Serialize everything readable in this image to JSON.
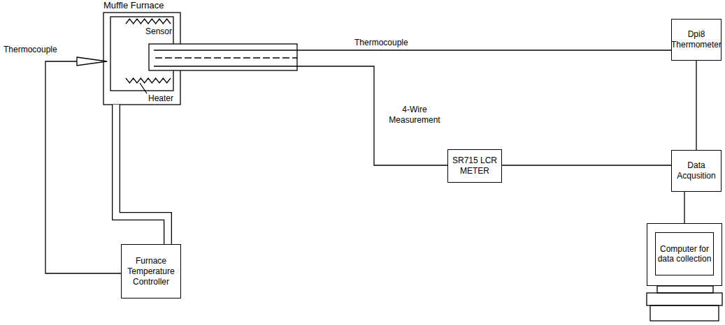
{
  "diagram": {
    "nodes": [
      {
        "text": [
          "Muffle Furnace"
        ]
      },
      {
        "text": [
          "Dpi8 Thermometer"
        ]
      },
      {
        "text": [
          "SR715 LCR METER"
        ]
      },
      {
        "text": [
          "Data Acqusition"
        ]
      },
      {
        "text": [
          "Computer for data collection"
        ]
      },
      {
        "text": [
          "Furnace Temperature Controller"
        ]
      }
    ],
    "edges": [
      {
        "from": 0,
        "to": 5,
        "label": "Thermocouple",
        "arrow": "none"
      },
      {
        "from": 0,
        "to": 5,
        "arrow": "none"
      },
      {
        "from": 0,
        "to": 1,
        "label": "Thermocouple",
        "arrow": "none"
      },
      {
        "from": 0,
        "to": 2,
        "label": "4-Wire Measurement",
        "arrow": "none"
      },
      {
        "from": 2,
        "to": 3,
        "arrow": "none"
      },
      {
        "from": 1,
        "to": 3,
        "arrow": "none"
      },
      {
        "from": 3,
        "to": 4,
        "arrow": "none"
      }
    ],
    "labels": [
      "Sensor",
      "Heater"
    ]
  }
}
